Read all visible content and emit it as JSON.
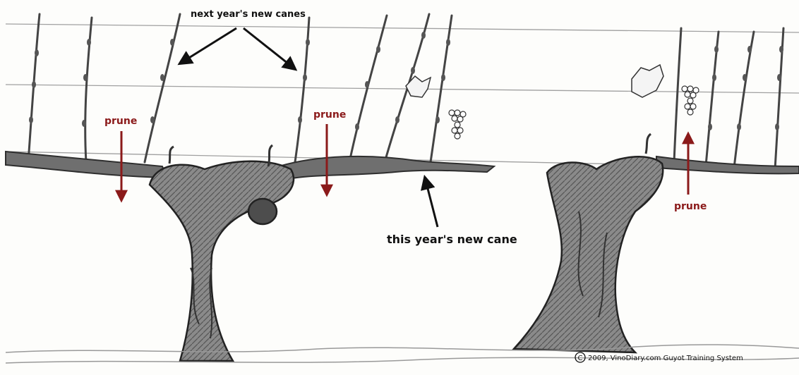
{
  "labels": {
    "next_canes": "next year's new canes",
    "this_cane": "this year's new cane",
    "prune": "prune",
    "copyright": "2009, VinoDiary.com  Guyot Training System",
    "copyright_symbol": "C"
  },
  "colors": {
    "prune_red": "#8b1a1a",
    "pencil": "#3a3a3a",
    "trunk_fill": "#7a7a7a",
    "wire": "#9a9a9a",
    "paper": "#fdfdfb"
  }
}
